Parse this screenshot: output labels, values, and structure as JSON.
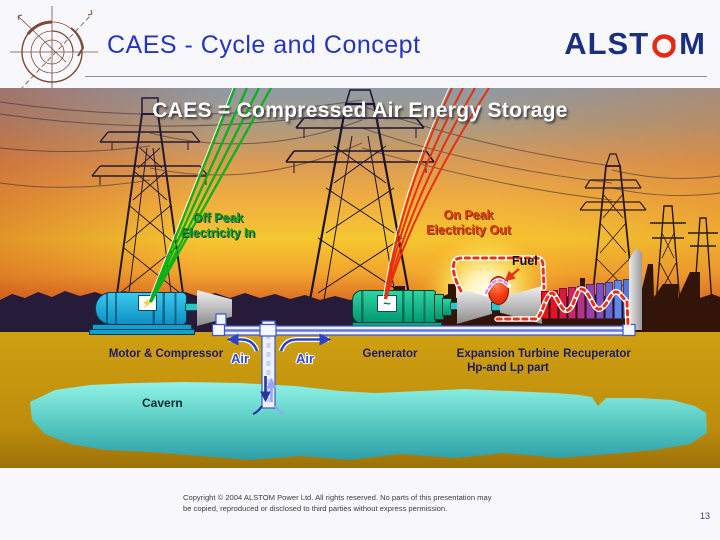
{
  "header": {
    "title": "CAES - Cycle and Concept",
    "brand_pre": "ALST",
    "brand_post": "M"
  },
  "slide": {
    "heading": "CAES = Compressed Air Energy Storage",
    "labels": {
      "off_peak_line1": "Off Peak",
      "off_peak_line2": "Electricity In",
      "on_peak_line1": "On Peak",
      "on_peak_line2": "Electricity Out",
      "fuel": "Fuel",
      "motor_compressor": "Motor & Compressor",
      "air_left": "Air",
      "air_right": "Air",
      "generator": "Generator",
      "expansion_line1": "Expansion Turbine",
      "expansion_line2": "Hp-and Lp part",
      "recuperator": "Recuperator",
      "cavern": "Cavern"
    },
    "icons": {
      "motor_box": "⚡",
      "generator_box": "~"
    },
    "colors": {
      "title_blue": "#2534bf",
      "brand_navy": "#1b2f80",
      "brand_red": "#e32a12",
      "heading_white": "#ffffff",
      "off_peak_green": "#00a614",
      "on_peak_red": "#e8380f",
      "ground_label_navy": "#1b1b66",
      "air_blue": "#2d4ae0",
      "ground_olive": "#c99a0e",
      "cavern_teal": "#5ed2c8",
      "motor_cyan": "#18a8d8",
      "generator_green": "#00b287",
      "combustor_red": "#ef3a10",
      "recuperator_bars": [
        "#ee1016",
        "#e81226",
        "#dc1840",
        "#cb2564",
        "#b33488",
        "#9841a6",
        "#7e52c0",
        "#6766d4",
        "#5e8aee",
        "#5277e2"
      ]
    }
  },
  "footer": {
    "copyright_line1": "Copyright © 2004 ALSTOM Power Ltd.  All rights reserved. No parts of this presentation may",
    "copyright_line2": "be copied, reproduced or disclosed to third parties without express permission.",
    "page_number": "13"
  }
}
